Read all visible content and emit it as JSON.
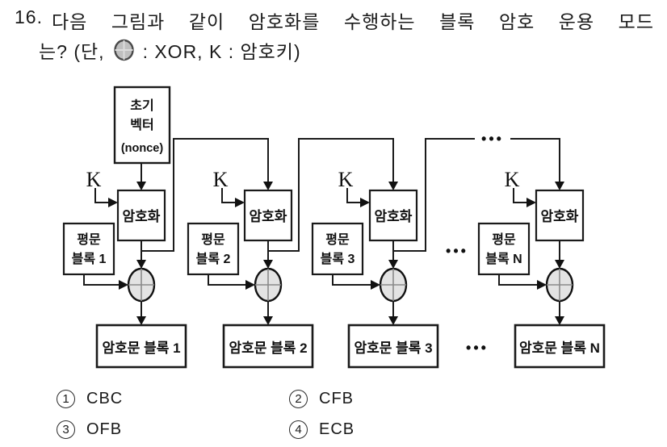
{
  "question": {
    "number": "16.",
    "line1": "다음 그림과 같이 암호화를 수행하는 블록 암호 운용 모드",
    "line1_words": [
      "다음",
      "그림과",
      "같이",
      "암호화를",
      "수행하는",
      "블록",
      "암호",
      "운용",
      "모드"
    ],
    "line2_prefix": "는? (단,",
    "line2_suffix": ": XOR, K : 암호키)",
    "xor_icon_meaning": "XOR",
    "key_symbol_meaning": "암호키"
  },
  "diagram": {
    "iv_box": {
      "line1": "초기",
      "line2": "벡터",
      "line3": "(nonce)"
    },
    "key_label": "K",
    "encrypt_label": "암호화",
    "plain_blocks": [
      {
        "line1": "평문",
        "line2": "블록 1"
      },
      {
        "line1": "평문",
        "line2": "블록 2"
      },
      {
        "line1": "평문",
        "line2": "블록 3"
      },
      {
        "line1": "평문",
        "line2": "블록 N"
      }
    ],
    "cipher_blocks": [
      "암호문 블록 1",
      "암호문 블록 2",
      "암호문 블록 3",
      "암호문 블록 N"
    ],
    "ellipsis": "•••"
  },
  "options": [
    {
      "num": "1",
      "label": "CBC"
    },
    {
      "num": "2",
      "label": "CFB"
    },
    {
      "num": "3",
      "label": "OFB"
    },
    {
      "num": "4",
      "label": "ECB"
    }
  ],
  "colors": {
    "ink": "#1a1a1a",
    "box_fill": "#ffffff",
    "xor_fill": "#e3e3e3",
    "xor_cross": "#8a8a8a",
    "background": "#ffffff"
  }
}
